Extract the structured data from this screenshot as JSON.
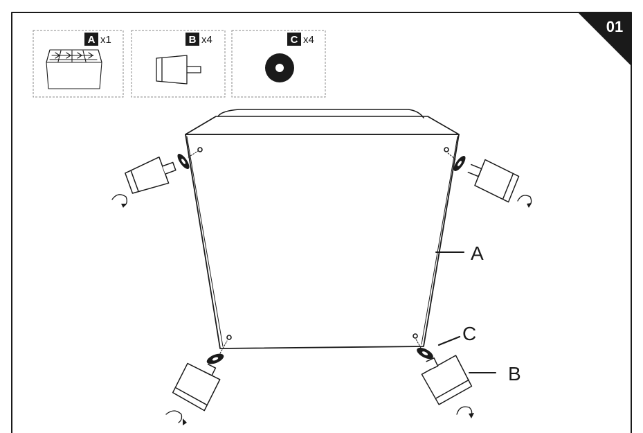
{
  "step": {
    "number": "01"
  },
  "parts": [
    {
      "letter": "A",
      "qty": "x1",
      "icon": "ottoman-icon"
    },
    {
      "letter": "B",
      "qty": "x4",
      "icon": "leg-icon"
    },
    {
      "letter": "C",
      "qty": "x4",
      "icon": "washer-icon"
    }
  ],
  "callouts": {
    "a": "A",
    "b": "B",
    "c": "C"
  },
  "colors": {
    "ink": "#1a1a1a",
    "paper": "#ffffff",
    "gray": "#888888"
  }
}
